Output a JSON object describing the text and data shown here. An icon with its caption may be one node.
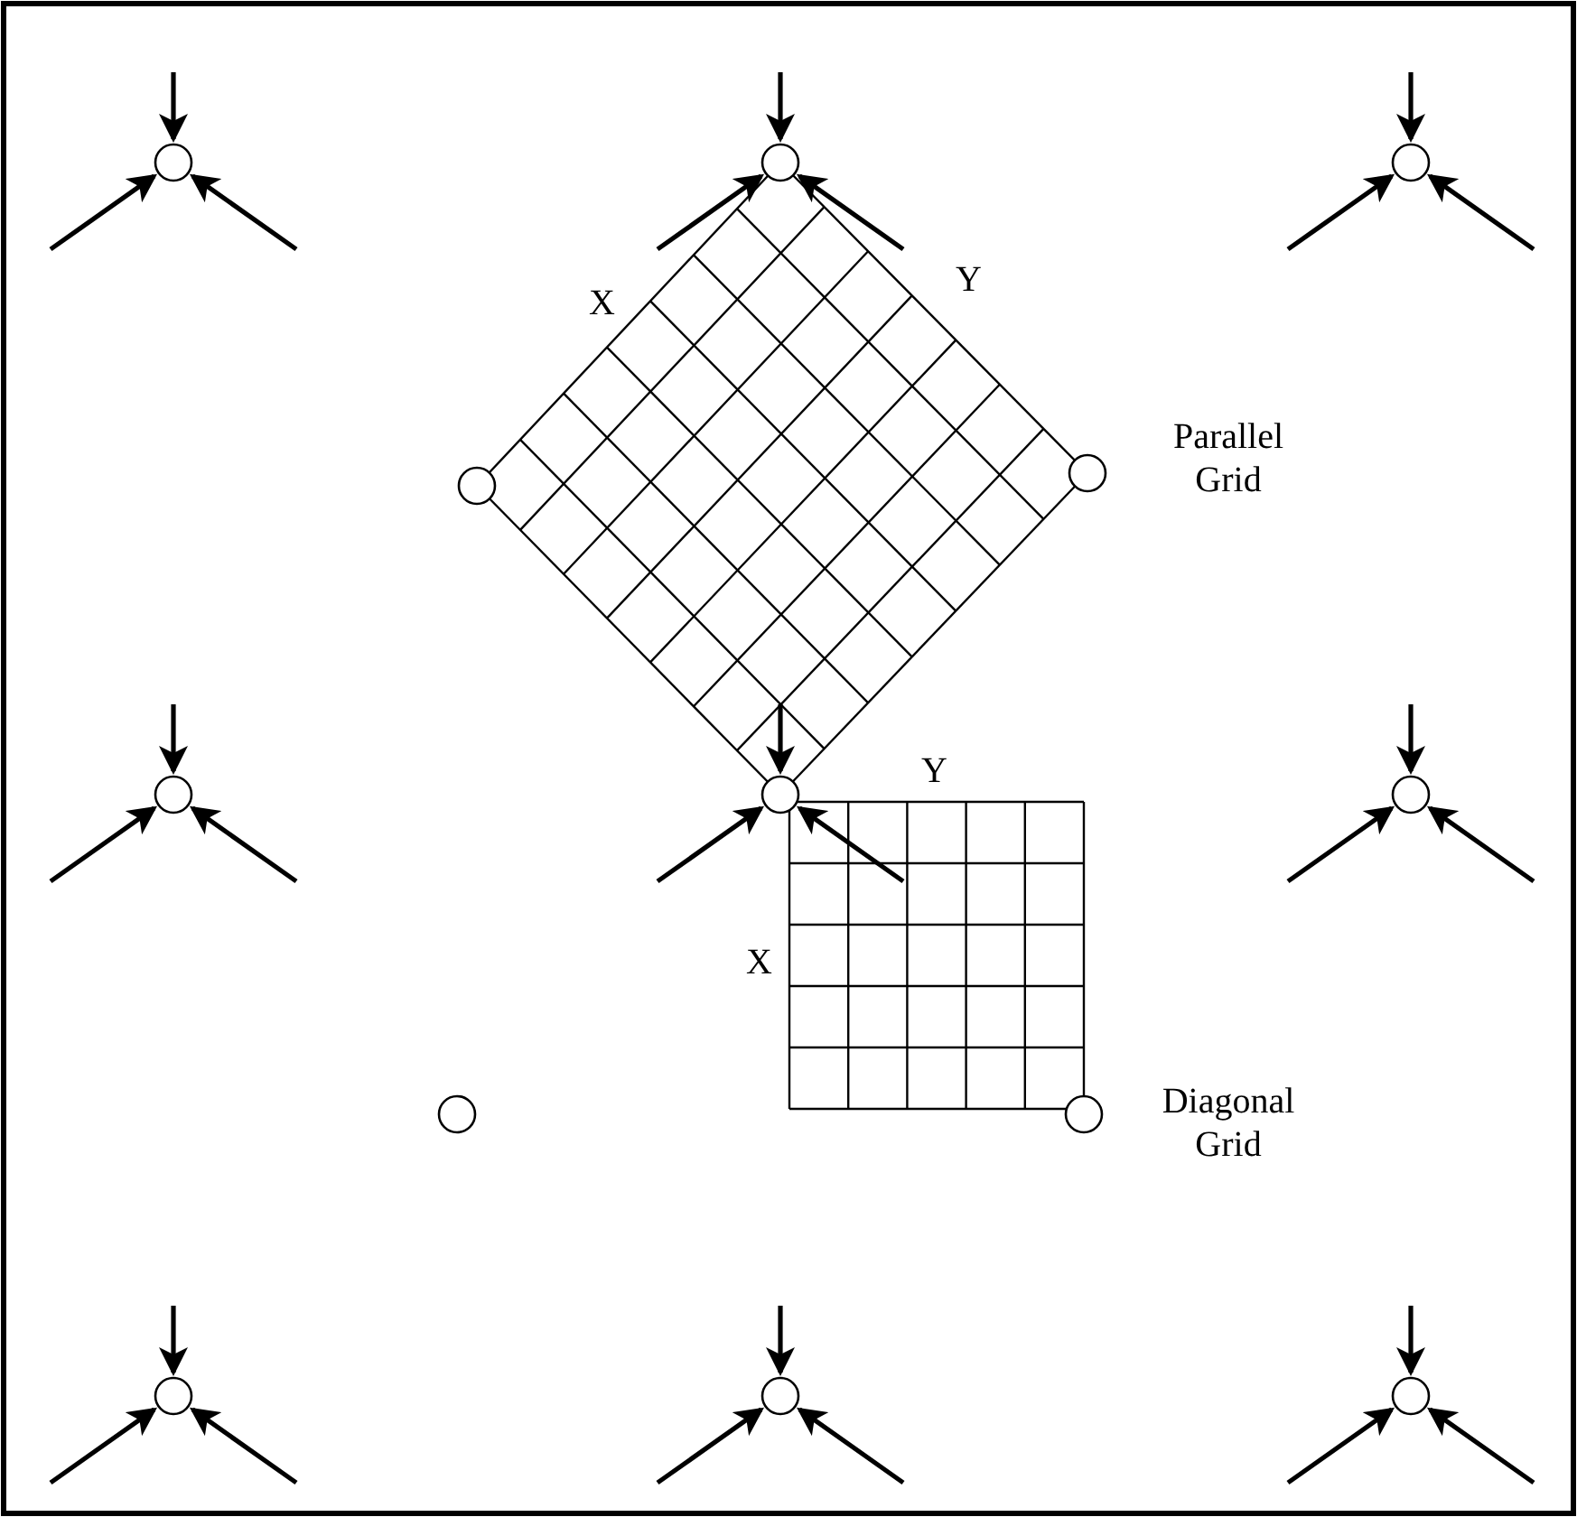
{
  "diagram": {
    "nodes": [
      {
        "text": [],
        "shape": "circle"
      },
      {
        "text": [],
        "shape": "circle"
      },
      {
        "text": [],
        "shape": "circle"
      },
      {
        "text": [],
        "shape": "circle"
      },
      {
        "text": [],
        "shape": "circle"
      },
      {
        "text": [],
        "shape": "circle"
      },
      {
        "text": [],
        "shape": "circle"
      },
      {
        "text": [],
        "shape": "circle"
      },
      {
        "text": [],
        "shape": "circle"
      },
      {
        "text": [],
        "shape": "circle"
      },
      {
        "text": [],
        "shape": "circle"
      },
      {
        "text": [],
        "shape": "circle"
      },
      {
        "text": [],
        "shape": "circle"
      }
    ],
    "edges": [
      {
        "from": null,
        "to": 0,
        "arrow": "to"
      },
      {
        "from": null,
        "to": 0,
        "arrow": "to"
      },
      {
        "from": null,
        "to": 0,
        "arrow": "to"
      },
      {
        "from": null,
        "to": 1,
        "arrow": "to"
      },
      {
        "from": null,
        "to": 1,
        "arrow": "to"
      },
      {
        "from": null,
        "to": 1,
        "arrow": "to"
      },
      {
        "from": null,
        "to": 2,
        "arrow": "to"
      },
      {
        "from": null,
        "to": 2,
        "arrow": "to"
      },
      {
        "from": null,
        "to": 2,
        "arrow": "to"
      },
      {
        "from": null,
        "to": 5,
        "arrow": "to"
      },
      {
        "from": null,
        "to": 5,
        "arrow": "to"
      },
      {
        "from": null,
        "to": 5,
        "arrow": "to"
      },
      {
        "from": null,
        "to": 6,
        "arrow": "to"
      },
      {
        "from": null,
        "to": 6,
        "arrow": "to"
      },
      {
        "from": null,
        "to": 6,
        "arrow": "to"
      },
      {
        "from": null,
        "to": 7,
        "arrow": "to"
      },
      {
        "from": null,
        "to": 7,
        "arrow": "to"
      },
      {
        "from": null,
        "to": 7,
        "arrow": "to"
      },
      {
        "from": null,
        "to": 10,
        "arrow": "to"
      },
      {
        "from": null,
        "to": 10,
        "arrow": "to"
      },
      {
        "from": null,
        "to": 10,
        "arrow": "to"
      },
      {
        "from": null,
        "to": 11,
        "arrow": "to"
      },
      {
        "from": null,
        "to": 11,
        "arrow": "to"
      },
      {
        "from": null,
        "to": 11,
        "arrow": "to"
      },
      {
        "from": null,
        "to": 12,
        "arrow": "to"
      },
      {
        "from": null,
        "to": 12,
        "arrow": "to"
      },
      {
        "from": null,
        "to": 12,
        "arrow": "to"
      }
    ],
    "labels": [
      "X",
      "Y",
      "Parallel Grid",
      "Y",
      "X",
      "Diagonal Grid"
    ]
  }
}
